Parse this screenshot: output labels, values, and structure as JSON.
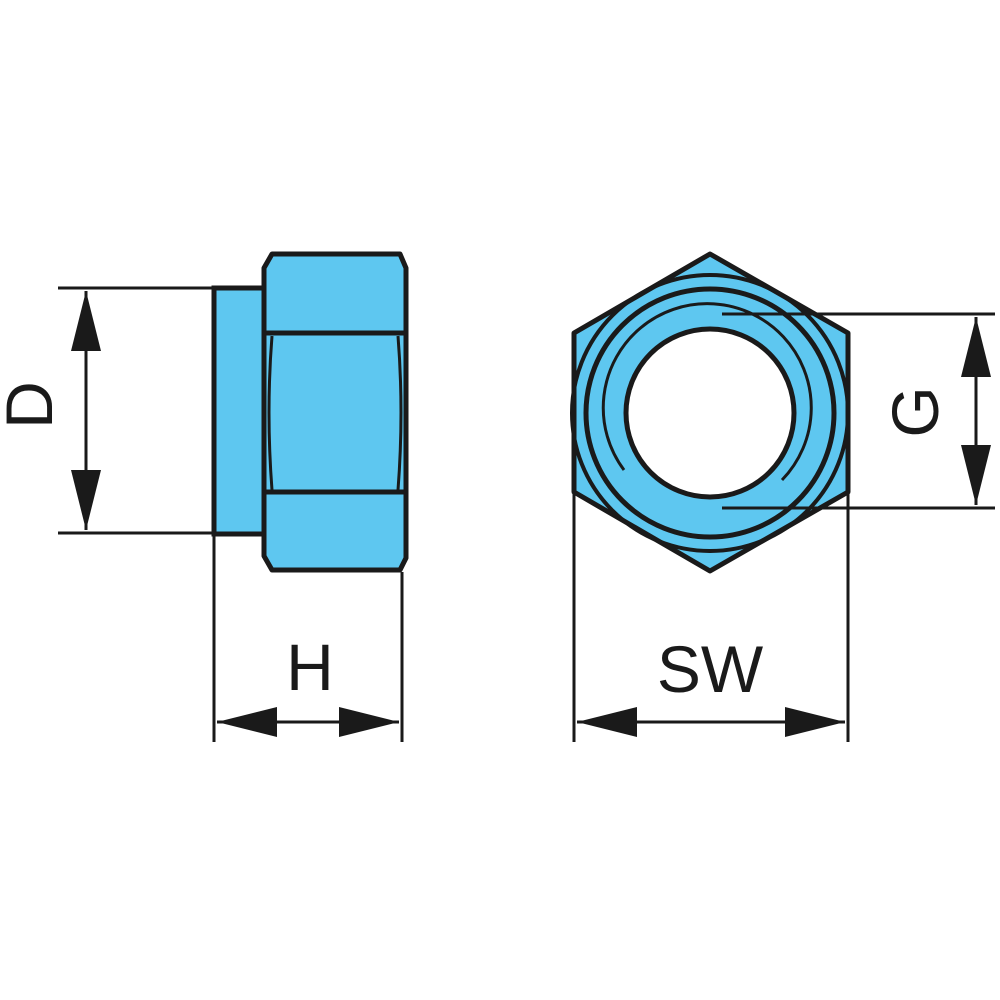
{
  "colors": {
    "fill": "#5ec7f0",
    "stroke": "#1a1a1a",
    "background": "#ffffff"
  },
  "labels": {
    "d": "D",
    "h": "H",
    "sw": "SW",
    "g": "G"
  }
}
